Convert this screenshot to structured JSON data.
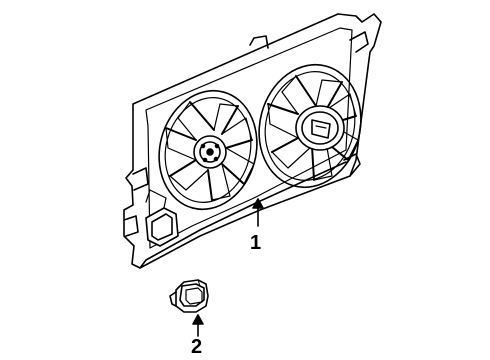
{
  "diagram": {
    "callouts": [
      {
        "id": "1",
        "label": "1",
        "part": "fan-shroud-assembly"
      },
      {
        "id": "2",
        "label": "2",
        "part": "fan-connector"
      }
    ]
  },
  "colors": {
    "ink": "#000000",
    "paper": "#ffffff"
  }
}
